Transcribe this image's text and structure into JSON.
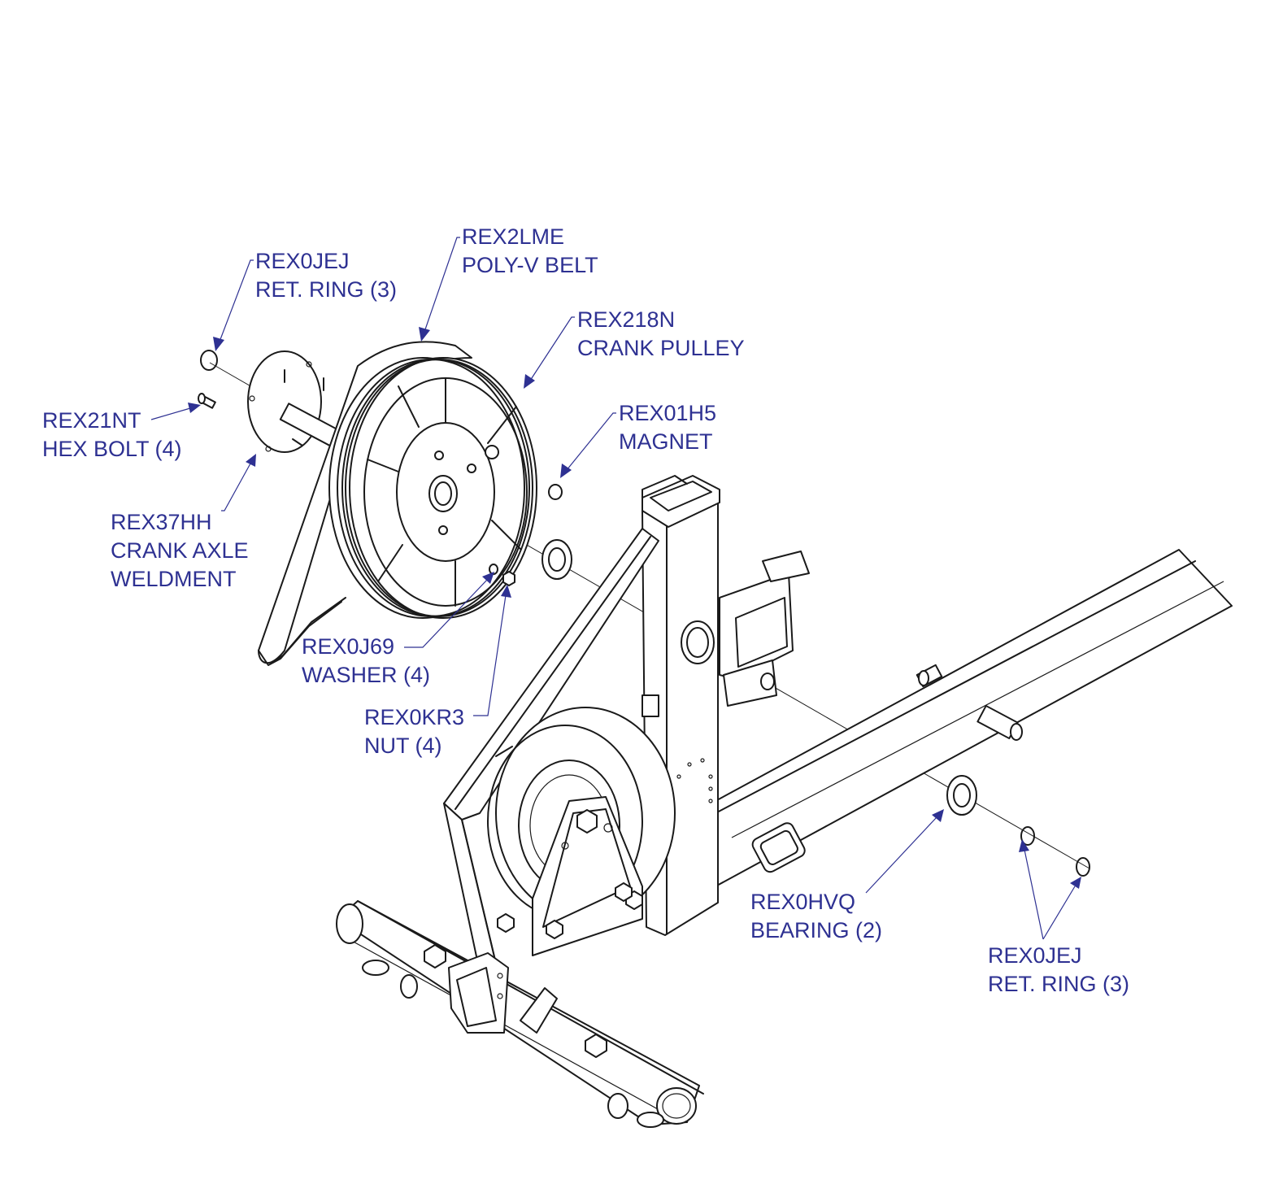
{
  "colors": {
    "label": "#2e3192",
    "drawing": "#1a1a1a",
    "background": "#ffffff"
  },
  "callouts": [
    {
      "id": "rex0jej-top",
      "part_no": "REX0JEJ",
      "description": "RET. RING (3)",
      "icon": "retaining-ring"
    },
    {
      "id": "rex2lme",
      "part_no": "REX2LME",
      "description": "POLY-V BELT",
      "icon": "belt"
    },
    {
      "id": "rex218n",
      "part_no": "REX218N",
      "description": "CRANK PULLEY",
      "icon": "pulley"
    },
    {
      "id": "rex01h5",
      "part_no": "REX01H5",
      "description": "MAGNET",
      "icon": "magnet"
    },
    {
      "id": "rex21nt",
      "part_no": "REX21NT",
      "description": "HEX BOLT (4)",
      "icon": "hex-bolt"
    },
    {
      "id": "rex37hh",
      "part_no": "REX37HH",
      "description": "CRANK AXLE",
      "description2": "WELDMENT",
      "icon": "crank-axle"
    },
    {
      "id": "rex0j69",
      "part_no": "REX0J69",
      "description": "WASHER (4)",
      "icon": "washer"
    },
    {
      "id": "rex0kr3",
      "part_no": "REX0KR3",
      "description": "NUT (4)",
      "icon": "nut"
    },
    {
      "id": "rex0hvq",
      "part_no": "REX0HVQ",
      "description": "BEARING (2)",
      "icon": "bearing"
    },
    {
      "id": "rex0jej-bottom",
      "part_no": "REX0JEJ",
      "description": "RET. RING (3)",
      "icon": "retaining-ring"
    }
  ]
}
